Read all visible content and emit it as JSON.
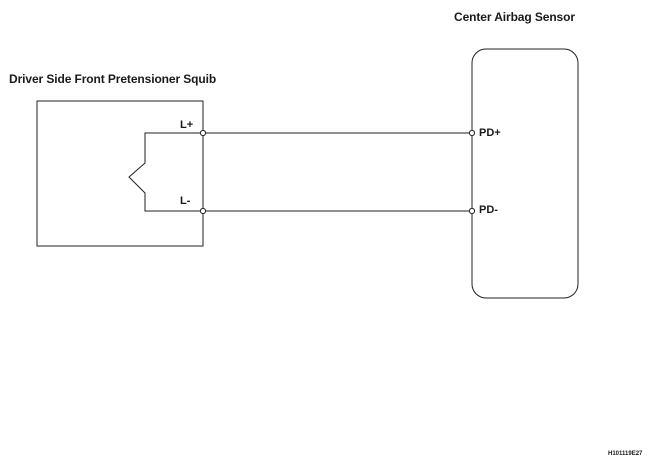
{
  "squib": {
    "title": "Driver Side Front Pretensioner Squib",
    "pin_positive": "L+",
    "pin_negative": "L-"
  },
  "sensor": {
    "title": "Center Airbag Sensor",
    "pin_positive": "PD+",
    "pin_negative": "PD-"
  },
  "figure_code": "H101119E27",
  "colors": {
    "line": "#222222",
    "text": "#1a1a1a",
    "background": "#ffffff"
  }
}
